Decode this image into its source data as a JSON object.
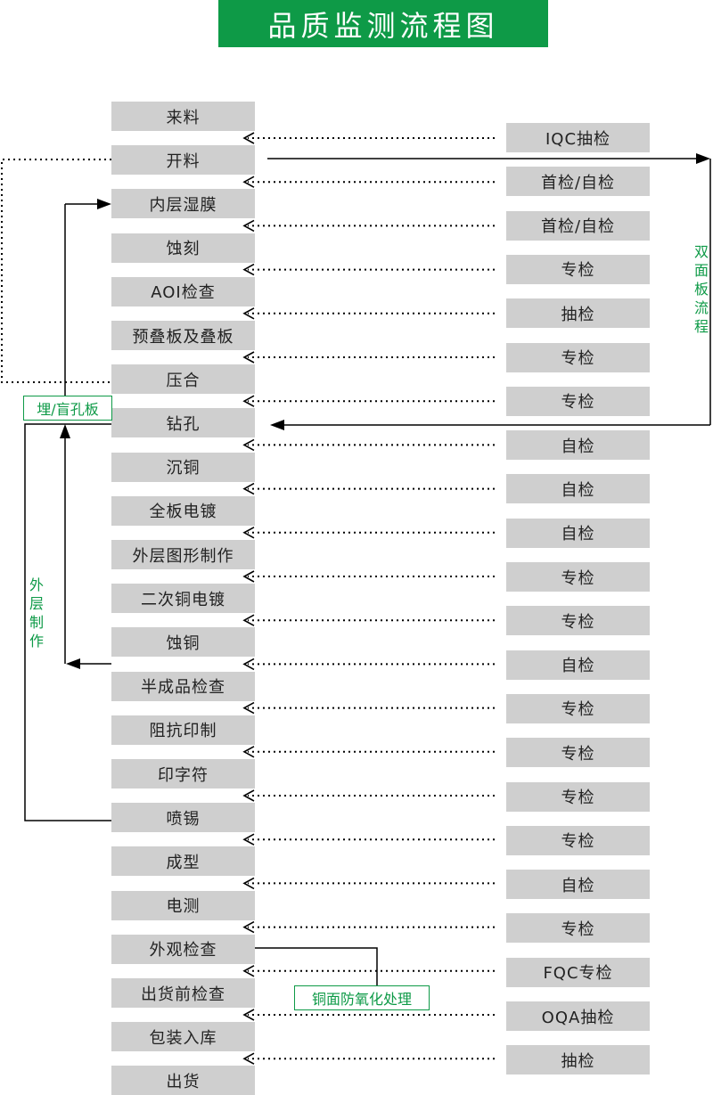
{
  "title": "品质监测流程图",
  "process_steps": [
    "来料",
    "开料",
    "内层湿膜",
    "蚀刻",
    "AOI检查",
    "预叠板及叠板",
    "压合",
    "钻孔",
    "沉铜",
    "全板电镀",
    "外层图形制作",
    "二次铜电镀",
    "蚀铜",
    "半成品检查",
    "阻抗印制",
    "印字符",
    "喷锡",
    "成型",
    "电测",
    "外观检查",
    "出货前检查",
    "包装入库",
    "出货"
  ],
  "qc_items": [
    "IQC抽检",
    "首检/自检",
    "首检/自检",
    "专检",
    "抽检",
    "专检",
    "专检",
    "自检",
    "自检",
    "自检",
    "专检",
    "专检",
    "自检",
    "专检",
    "专检",
    "专检",
    "专检",
    "自检",
    "专检",
    "FQC专检",
    "OQA抽检",
    "抽检"
  ],
  "annotations": {
    "double_sided_flow": [
      "双",
      "面",
      "板",
      "流",
      "程"
    ],
    "buried_blind_via": "埋/盲孔板",
    "outer_layer_production": [
      "外",
      "层",
      "制",
      "作"
    ],
    "anti_oxidation": "铜面防氧化处理"
  }
}
